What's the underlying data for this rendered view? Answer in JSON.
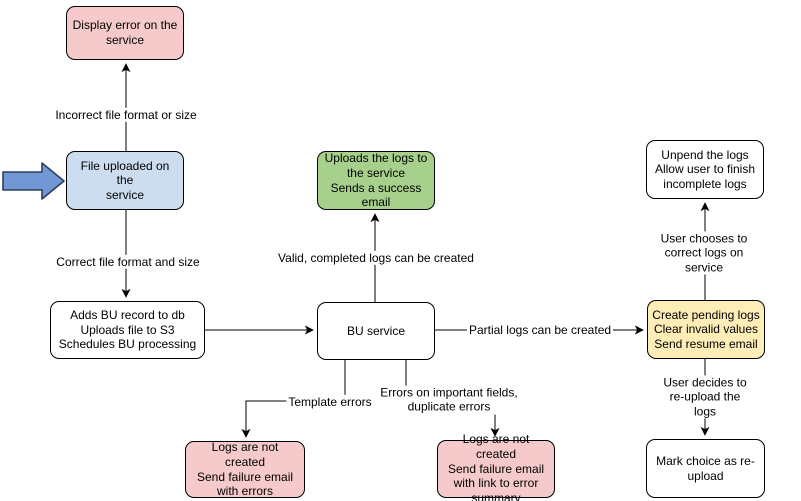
{
  "colors": {
    "node-border": "#000000",
    "edge": "#000000",
    "pink": "#f6caca",
    "blue": "#cdddf0",
    "green": "#a8d08d",
    "yellow": "#ffedb8",
    "white": "#ffffff",
    "big-arrow-fill": "#7396d5",
    "big-arrow-stroke": "#2c3e5f"
  },
  "diagram": {
    "nodes": {
      "display_error": {
        "label": "Display error on the\nservice"
      },
      "file_uploaded": {
        "label": "File uploaded on the\nservice"
      },
      "adds_bu": {
        "label": "Adds BU record to db\nUploads file to S3\nSchedules BU processing"
      },
      "bu_service": {
        "label": "BU service"
      },
      "upload_success": {
        "label": "Uploads the logs to\nthe service\nSends a success\nemail"
      },
      "unpend": {
        "label": "Unpend the logs\nAllow user to finish\nincomplete logs"
      },
      "create_pending": {
        "label": "Create pending logs\nClear invalid values\nSend resume email"
      },
      "mark_reupload": {
        "label": "Mark choice as re-\nupload"
      },
      "logs_not_created_errors": {
        "label": "Logs are not created\nSend failure email\nwith errors"
      },
      "logs_not_created_summary": {
        "label": "Logs are not created\nSend failure email\nwith link to error\nsummary"
      }
    },
    "edge_labels": {
      "incorrect": "Incorrect file format or size",
      "correct": "Correct file format and size",
      "valid": "Valid, completed logs can be created",
      "partial": "Partial logs can be created",
      "template": "Template errors",
      "important": "Errors on important fields,\nduplicate errors",
      "choose_correct": "User chooses to correct logs on service",
      "reupload": "User decides to re-upload the logs"
    }
  }
}
